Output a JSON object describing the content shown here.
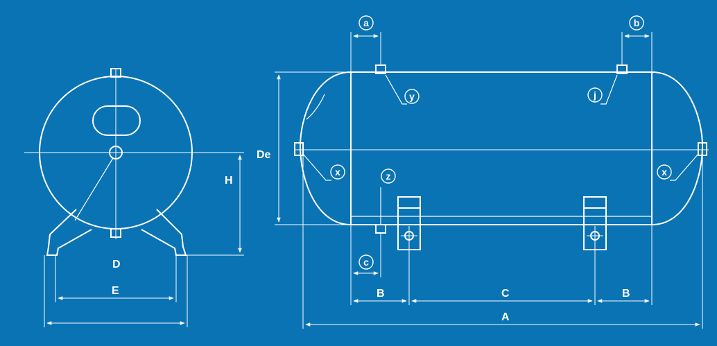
{
  "diagram": {
    "background_color": "#0a73b4",
    "line_color": "#ffffff",
    "dimensions": {
      "A": "A",
      "B_left": "B",
      "B_right": "B",
      "C": "C",
      "D": "D",
      "E": "E",
      "H": "H",
      "De": "De"
    },
    "connections": {
      "a": "a",
      "b": "b",
      "c": "c",
      "x_left": "x",
      "x_right": "x",
      "y": "y",
      "j": "j",
      "z": "z"
    }
  }
}
